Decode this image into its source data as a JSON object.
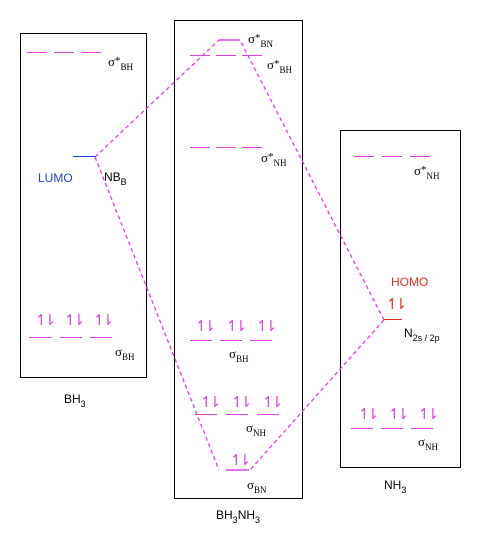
{
  "labels": {
    "bh3": {
      "title_main": "BH",
      "title_sub": "3",
      "sigma_star": "σ",
      "star": "*",
      "sigma_star_sub": "BH",
      "lumo": "LUMO",
      "nb_main": "NB",
      "nb_sub": "B",
      "sigma": "σ",
      "sigma_sub": "BH"
    },
    "bh3nh3": {
      "title_p1": "BH",
      "title_s1": "3",
      "title_p2": "NH",
      "title_s2": "3",
      "sigma_star_bn": "σ",
      "star": "*",
      "sigma_star_bn_sub": "BN",
      "sigma_star_bh": "σ",
      "sigma_star_bh_sub": "BH",
      "sigma_star_nh": "σ",
      "sigma_star_nh_sub": "NH",
      "sigma_bh": "σ",
      "sigma_bh_sub": "BH",
      "sigma_nh": "σ",
      "sigma_nh_sub": "NH",
      "sigma_bn": "σ",
      "sigma_bn_sub": "BN"
    },
    "nh3": {
      "title_main": "NH",
      "title_sub": "3",
      "sigma_star": "σ",
      "star": "*",
      "sigma_star_sub": "NH",
      "homo": "HOMO",
      "n_main": "N",
      "n_sub": "2s / 2p",
      "sigma": "σ",
      "sigma_sub": "NH"
    }
  },
  "electron_pair": "↿⇂",
  "colors": {
    "orbital_line": "#e040e0",
    "lumo": "#2040e0",
    "homo": "#e03020",
    "border": "#000000"
  }
}
